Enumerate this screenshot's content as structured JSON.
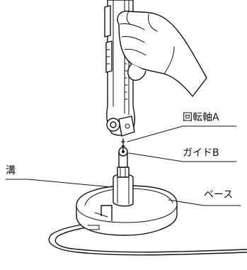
{
  "labels": {
    "rotation_axis": "回転軸A",
    "guide_b": "ガイドB",
    "groove": "溝",
    "base": "ベース"
  },
  "colors": {
    "line": "#111111",
    "background": "#ffffff"
  }
}
